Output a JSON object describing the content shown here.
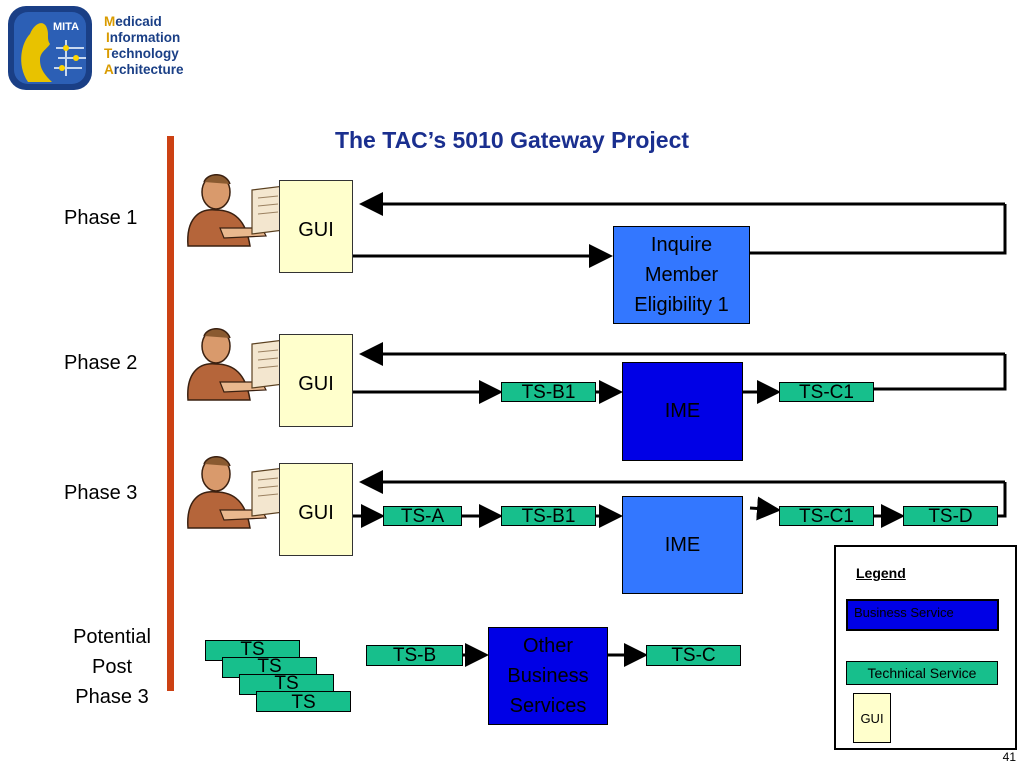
{
  "logo": {
    "badge": "MITA",
    "lines": [
      {
        "initial": "M",
        "rest": "edicaid"
      },
      {
        "initial": "I",
        "rest": "nformation"
      },
      {
        "initial": "T",
        "rest": "echnology"
      },
      {
        "initial": "A",
        "rest": "rchitecture"
      }
    ]
  },
  "title": "The TAC’s 5010 Gateway Project",
  "phases": {
    "p1": "Phase 1",
    "p2": "Phase 2",
    "p3": "Phase 3",
    "post_l1": "Potential",
    "post_l2": "Post",
    "post_l3": "Phase 3"
  },
  "nodes": {
    "gui": "GUI",
    "inquire_l1": "Inquire",
    "inquire_l2": "Member",
    "inquire_l3": "Eligibility 1",
    "ts_b1": "TS-B1",
    "ts_c1": "TS-C1",
    "ts_a": "TS-A",
    "ts_d": "TS-D",
    "ime": "IME",
    "ts": "TS",
    "ts_b": "TS-B",
    "ts_c": "TS-C",
    "other_l1": "Other",
    "other_l2": "Business",
    "other_l3": "Services"
  },
  "legend": {
    "title": "Legend",
    "business_service": "Business Service",
    "technical_service": "Technical Service",
    "gui": "GUI"
  },
  "colors": {
    "business_service": "#0000e6",
    "other_business_services": "#3377ff",
    "technical_service": "#17bf8c",
    "gui": "#ffffcc",
    "phase_bar": "#cc4113",
    "title": "#1a2f8f"
  },
  "page_number": "41"
}
